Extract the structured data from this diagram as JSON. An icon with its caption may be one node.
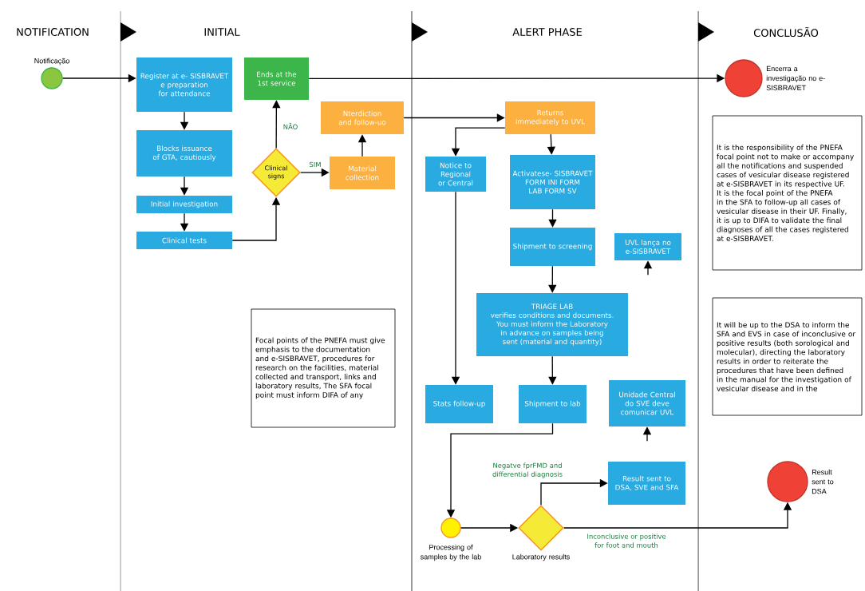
{
  "diagram": {
    "nodes": [
      {
        "text": [],
        "shape": "circle",
        "beside": [
          "Notificação"
        ]
      },
      {
        "text": [
          "Register at e- SISBRAVET e preparation for attendance"
        ]
      },
      {
        "text": [
          "Ends at the 1st service"
        ]
      },
      {
        "text": [],
        "shape": "circle",
        "beside": [
          "Encerra a investigação no e-SISBRAVET"
        ]
      },
      {
        "text": [
          "Blocks issuance of GTA, cautiously"
        ]
      },
      {
        "text": [
          "Nterdiction and follow-uo"
        ]
      },
      {
        "text": [
          "Returns immediately to UVL"
        ]
      },
      {
        "text": [
          "Initial investigation"
        ]
      },
      {
        "text": [
          "Clinical signs"
        ]
      },
      {
        "text": [
          "Material collection"
        ]
      },
      {
        "text": [
          "Clinical tests"
        ]
      },
      {
        "text": [
          "Notice to Regional or Central"
        ]
      },
      {
        "text": [
          "Activatese- SISBRAVET FORM INI FORM LAB FORM SV"
        ]
      },
      {
        "text": [
          "Shipment to screening"
        ]
      },
      {
        "text": [
          "UVL lança no e-SISBRAVET"
        ]
      },
      {
        "text": [
          "TRIAGE LAB",
          "verifies conditions and documents. You must inform the Laboratory in advance on samples being sent (material and quantity)"
        ]
      },
      {
        "text": [
          "Focal points of the PNEFA must give emphasis to the documentation and e-SISBRAVET, procedures for research on the facilities, material collected and transport, links and laboratory results, The SFA focal point must inform DIFA of any"
        ]
      },
      {
        "text": [
          "It is the responsibility of the PNEFA focal point not to make or accompany all the notifications and suspended cases of vesicular disease registered at e-SISBRAVET in its respective UF. It is the focal point of the PNEFA in the SFA to follow-up all cases of vesicular disease in their UF. Finally, it is up to DIFA to validate the final diagnoses of all the cases registered at e-SISBRAVET."
        ]
      },
      {
        "text": [
          "It will be up to the DSA to inform the SFA and EVS in case of inconclusive or positive results (both sorological and molecular), directing the laboratory results in order to reiterate the procedures that have been defined in the manual for the investigation of vesicular disease and in the"
        ]
      },
      {
        "text": [
          "Stats follow-up"
        ]
      },
      {
        "text": [
          "Shipment to lab"
        ]
      },
      {
        "text": [
          "Unidade Central do SVE deve comunicar UVL"
        ]
      },
      {
        "text": [
          "Result sent to DSA, SVE and SFA"
        ]
      },
      {
        "text": [],
        "shape": "circle",
        "beside": [
          "Result sent to DSA"
        ]
      },
      {
        "text": [],
        "shape": "circle",
        "beside": [
          "Processing of samples by the lab"
        ]
      },
      {
        "text": [],
        "shape": "diamond",
        "beside": [
          "Laboratory results"
        ]
      }
    ],
    "edges": [
      {
        "from": 0,
        "to": 1,
        "arrow": "to"
      },
      {
        "from": 2,
        "to": 3,
        "arrow": "to"
      },
      {
        "from": 1,
        "to": 4,
        "arrow": "to"
      },
      {
        "from": 4,
        "to": 7,
        "arrow": "to"
      },
      {
        "from": 7,
        "to": 10,
        "arrow": "to"
      },
      {
        "from": 10,
        "to": 8,
        "arrow": "to"
      },
      {
        "from": 8,
        "to": 9,
        "arrow": "to",
        "label": "SIM"
      },
      {
        "from": 8,
        "to": 2,
        "arrow": "to",
        "label": "NÃO"
      },
      {
        "from": 9,
        "to": 5,
        "arrow": "to"
      },
      {
        "from": 5,
        "to": 6,
        "arrow": "to"
      },
      {
        "from": 6,
        "to": 11,
        "arrow": "to"
      },
      {
        "from": 6,
        "to": 12,
        "arrow": "to"
      },
      {
        "from": 12,
        "to": 13,
        "arrow": "to"
      },
      {
        "from": 13,
        "to": 15,
        "arrow": "to"
      },
      {
        "from": 15,
        "to": 20,
        "arrow": "to"
      },
      {
        "from": 11,
        "to": 19,
        "arrow": "to"
      },
      {
        "from": 20,
        "to": 24,
        "arrow": "to"
      },
      {
        "from": 24,
        "to": 25,
        "arrow": "to"
      },
      {
        "from": 25,
        "to": 22,
        "arrow": "to",
        "label": "Negatve fprFMD and differential diagnosis"
      },
      {
        "from": 25,
        "to": 23,
        "arrow": "to",
        "label": "Inconclusive or positive for foot and mouth"
      },
      {
        "from": null,
        "to": 14,
        "arrow": "to"
      },
      {
        "from": null,
        "to": 21,
        "arrow": "to"
      }
    ],
    "labels": [
      "NOTIFICATION",
      "INITIAL",
      "ALERT PHASE",
      "CONCLUSÃO"
    ]
  }
}
